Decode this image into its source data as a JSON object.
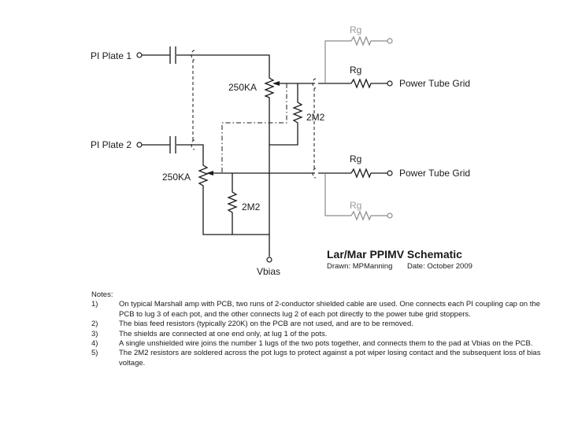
{
  "schematic": {
    "title": "Lar/Mar PPIMV Schematic",
    "drawn_by": "Drawn: MPManning",
    "date": "Date: October 2009",
    "inputs": [
      "PI Plate 1",
      "PI Plate 2"
    ],
    "pots": [
      "250KA",
      "250KA"
    ],
    "bleed_resistors": [
      "2M2",
      "2M2"
    ],
    "grid_resistors": [
      "Rg",
      "Rg",
      "Rg",
      "Rg"
    ],
    "outputs": [
      "Power Tube Grid",
      "Power Tube Grid"
    ],
    "bias_label": "Vbias",
    "colors": {
      "wire": "#1a1a1a",
      "greyed": "#8a8a8a"
    }
  },
  "notes": {
    "heading": "Notes:",
    "items": [
      {
        "num": "1)",
        "text": "On typical Marshall amp with PCB, two runs of 2-conductor shielded cable are used.  One connects each PI coupling cap on the PCB to lug 3 of each pot, and the other connects lug 2 of each pot directly to the power tube grid stoppers."
      },
      {
        "num": "2)",
        "text": "The bias feed resistors (typically 220K) on the PCB are not used, and are to be removed."
      },
      {
        "num": "3)",
        "text": "The shields are connected at one end only, at lug 1 of the pots."
      },
      {
        "num": "4)",
        "text": "A single unshielded wire joins the number 1 lugs of the two pots together, and connects them to the pad at Vbias on the PCB."
      },
      {
        "num": "5)",
        "text": "The 2M2 resistors are soldered across the pot lugs to protect against a pot wiper losing contact and the subsequent loss of bias voltage."
      }
    ]
  }
}
